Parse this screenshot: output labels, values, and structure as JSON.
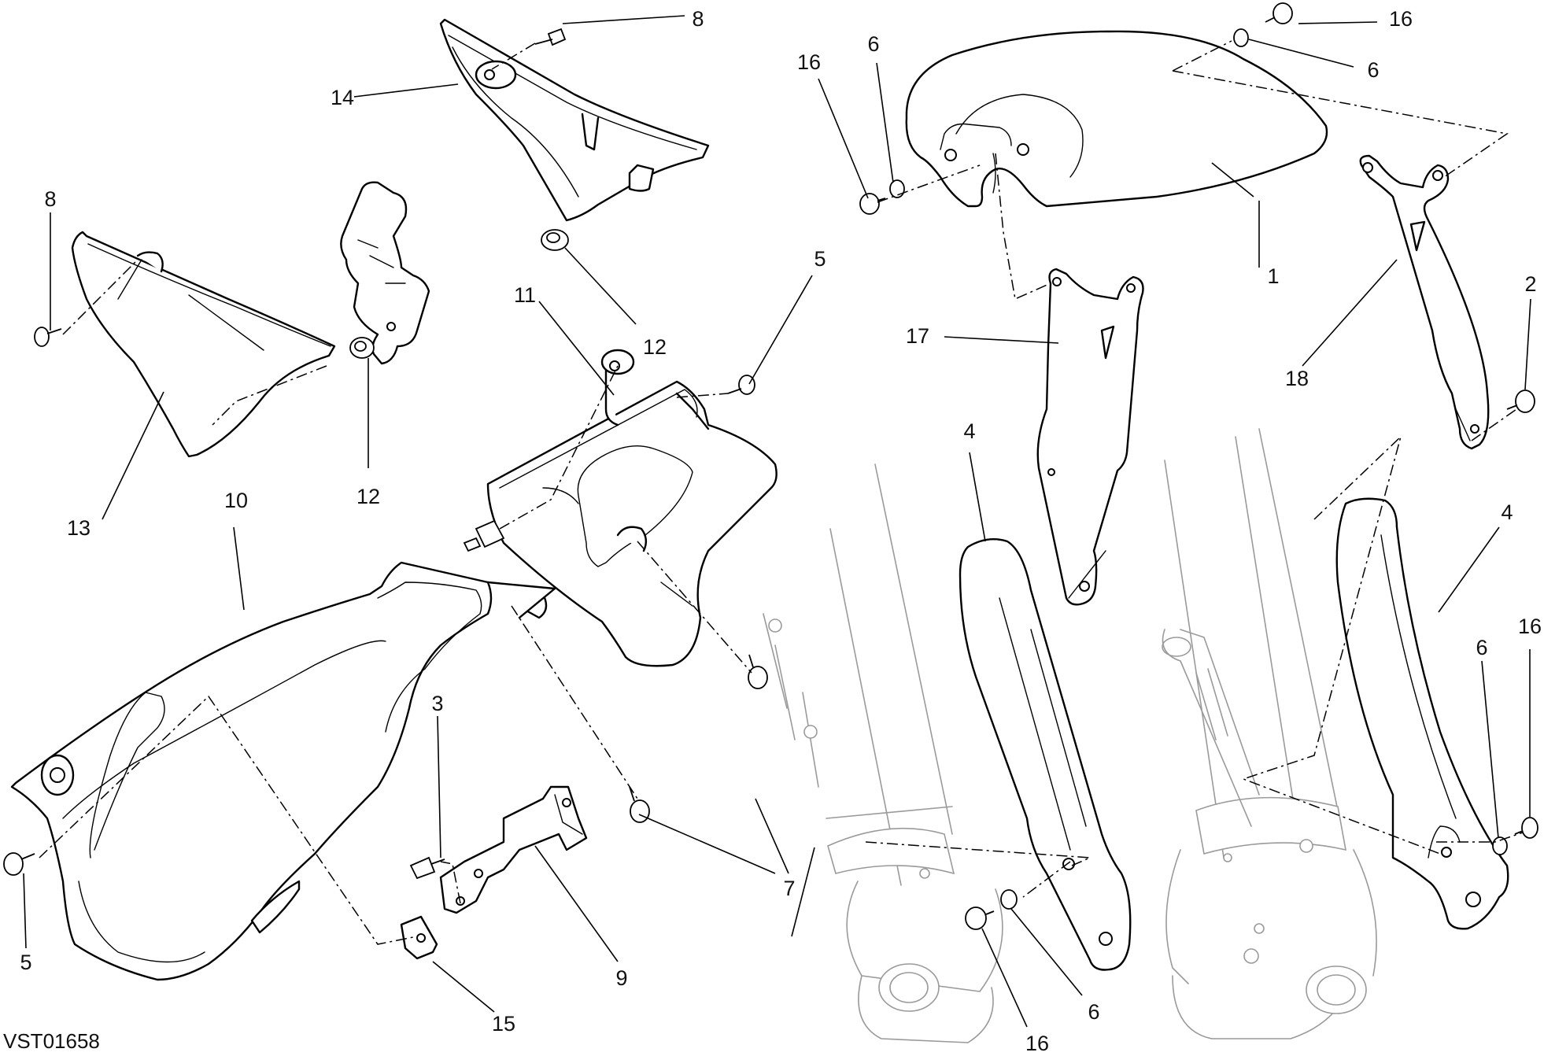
{
  "figure_code": "VST01658",
  "callouts": {
    "c1": "1",
    "c2": "2",
    "c3": "3",
    "c4a": "4",
    "c4b": "4",
    "c5a": "5",
    "c5b": "5",
    "c6a": "6",
    "c6b": "6",
    "c6c": "6",
    "c6d": "6",
    "c7": "7",
    "c8a": "8",
    "c8b": "8",
    "c9": "9",
    "c10": "10",
    "c11": "11",
    "c12a": "12",
    "c12b": "12",
    "c13": "13",
    "c14": "14",
    "c15": "15",
    "c16a": "16",
    "c16b": "16",
    "c16c": "16",
    "c16d": "16",
    "c17": "17",
    "c18": "18"
  }
}
